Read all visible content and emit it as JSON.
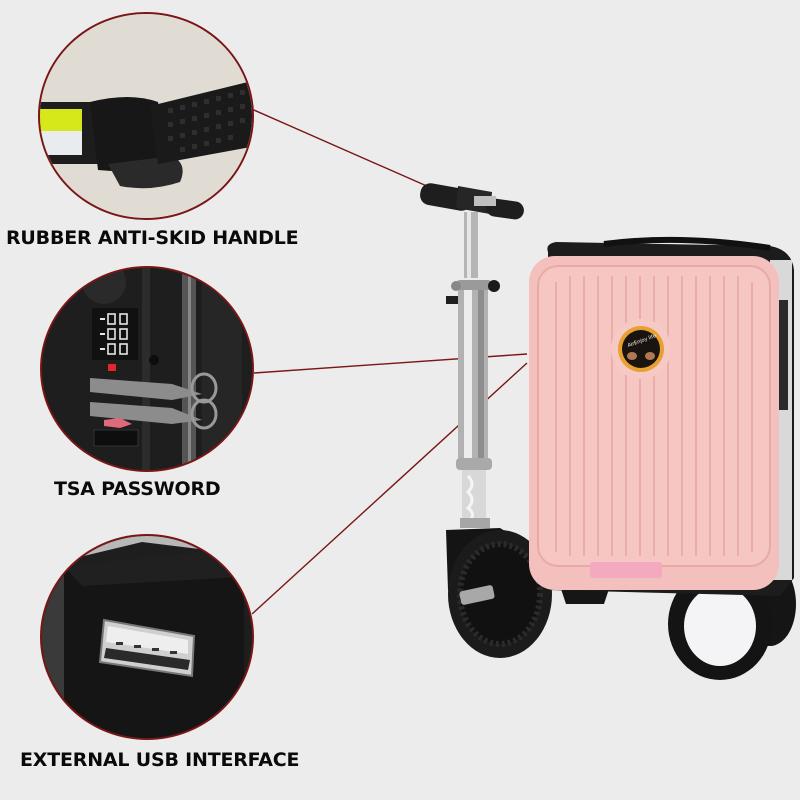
{
  "features": [
    {
      "id": "handle",
      "label": "RUBBER ANTI-SKID HANDLE",
      "icon": "rubber-grip-handle-icon"
    },
    {
      "id": "tsa",
      "label": "TSA PASSWORD",
      "icon": "combination-lock-icon"
    },
    {
      "id": "usb",
      "label": "EXTERNAL USB INTERFACE",
      "icon": "usb-port-icon"
    }
  ],
  "product": {
    "name": "ride-on suitcase scooter",
    "badge_text": "AirEnjoy life",
    "lock_digits": [
      "-00",
      "-00",
      "-00"
    ]
  },
  "colors": {
    "background": "#ececec",
    "accent_line": "#7a1616",
    "suitcase_pink": "#f4c0bd",
    "label_text": "#0a0a0a",
    "badge_ring": "#e8a030"
  }
}
